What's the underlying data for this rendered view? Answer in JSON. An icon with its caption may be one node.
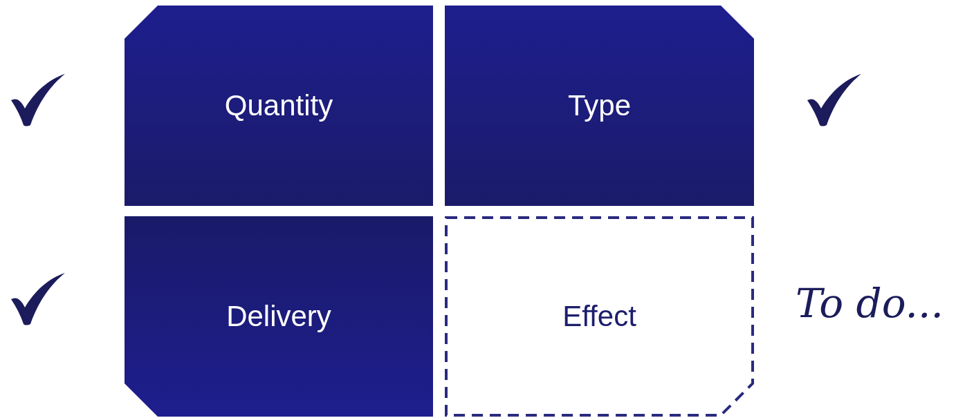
{
  "diagram": {
    "nodes": [
      {
        "text": [
          "Quantity"
        ]
      },
      {
        "text": [
          "Type"
        ]
      },
      {
        "text": [
          "Delivery"
        ]
      },
      {
        "text": [
          "Effect"
        ]
      }
    ],
    "labels": [
      "To do..."
    ]
  }
}
